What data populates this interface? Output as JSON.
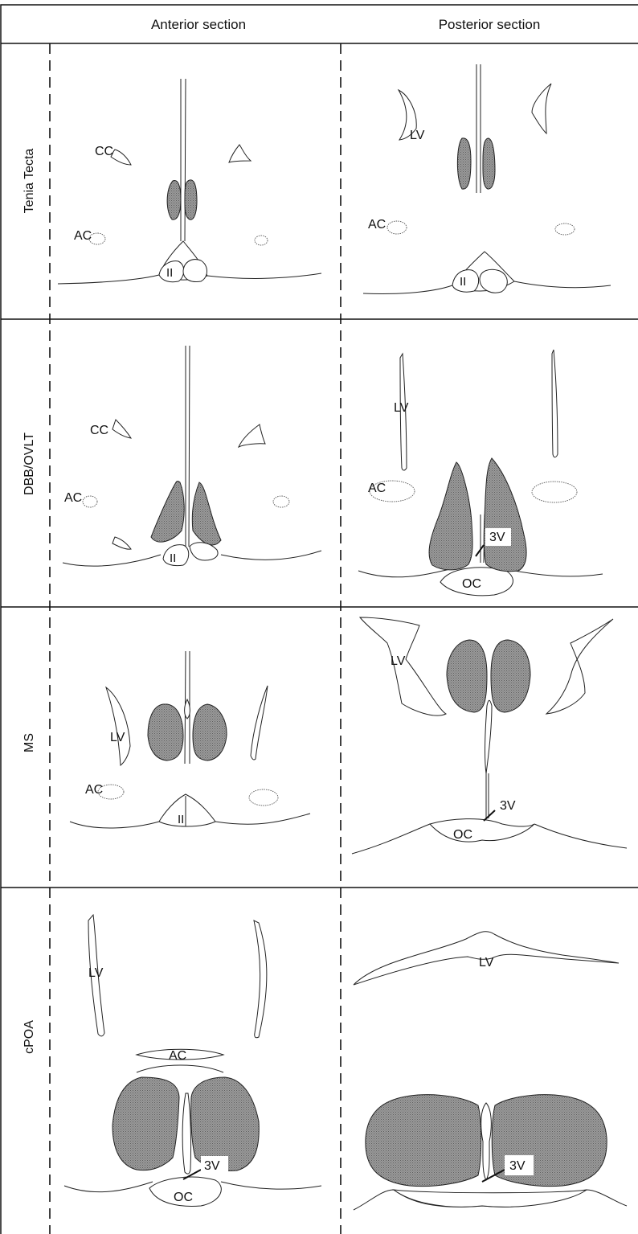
{
  "columns": [
    "Anterior section",
    "Posterior section"
  ],
  "rows": [
    "Tenia Tecta",
    "DBB/OVLT",
    "MS",
    "cPOA"
  ],
  "structure_labels": {
    "corpus_callosum": "CC",
    "anterior_commissure": "AC",
    "lateral_ventricle": "LV",
    "optic_nerve": "II",
    "optic_chiasm": "OC",
    "third_ventricle": "3V"
  },
  "colors": {
    "line": "#222222",
    "nucleus_fill": "#8c8c8c",
    "background": "#ffffff"
  }
}
